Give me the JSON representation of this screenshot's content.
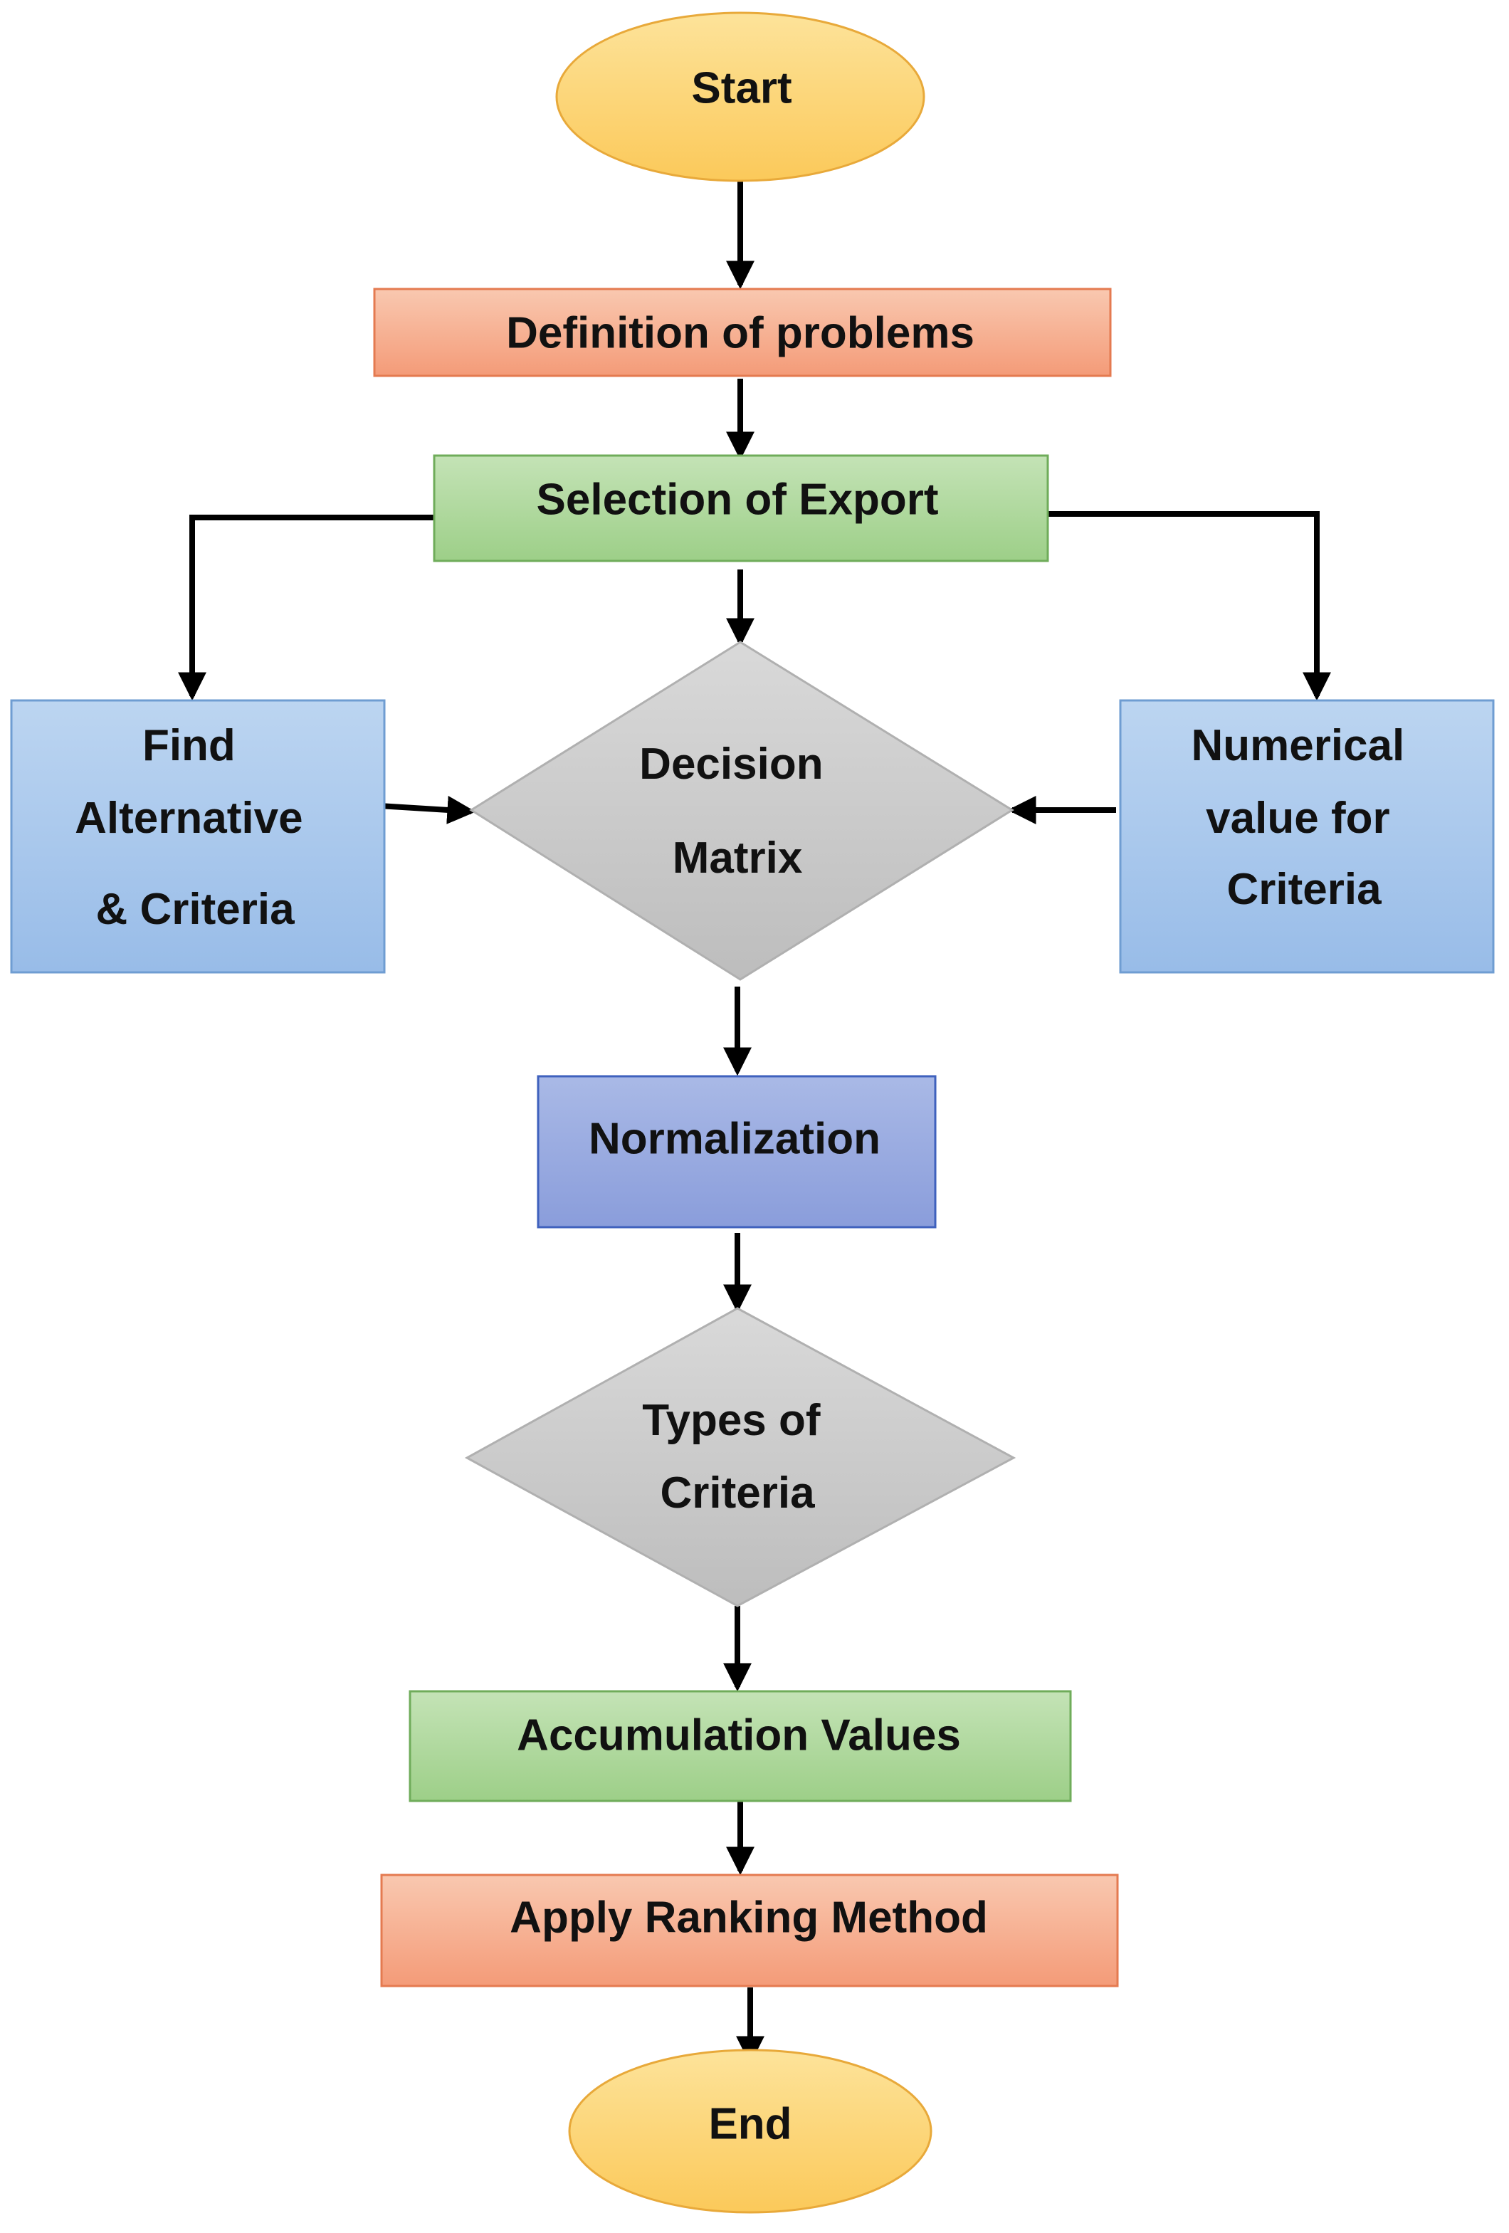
{
  "nodes": {
    "start": {
      "label": "Start"
    },
    "definition": {
      "label": "Definition of problems"
    },
    "selection": {
      "label": "Selection of Export"
    },
    "find": {
      "lines": [
        "Find",
        "Alternative",
        "& Criteria"
      ]
    },
    "decision": {
      "lines": [
        "Decision",
        "Matrix"
      ]
    },
    "numerical": {
      "lines": [
        "Numerical",
        "value for",
        "Criteria"
      ]
    },
    "normalization": {
      "label": "Normalization"
    },
    "types": {
      "lines": [
        "Types of",
        "Criteria"
      ]
    },
    "accumulation": {
      "label": "Accumulation Values"
    },
    "ranking": {
      "label": "Apply Ranking Method"
    },
    "end": {
      "label": "End"
    }
  },
  "colors": {
    "terminal": "#fcd271",
    "terminal_stroke": "#e8a93a",
    "orange": "#f7ae8d",
    "orange_stroke": "#e47a50",
    "green": "#a8d595",
    "green_stroke": "#6fac5a",
    "blue": "#a9c8ec",
    "blue_stroke": "#6f9dd2",
    "purple": "#98a9df",
    "purple_stroke": "#3f61bd",
    "gray": "#c8c8c8",
    "gray_stroke": "#b0b0b0"
  }
}
